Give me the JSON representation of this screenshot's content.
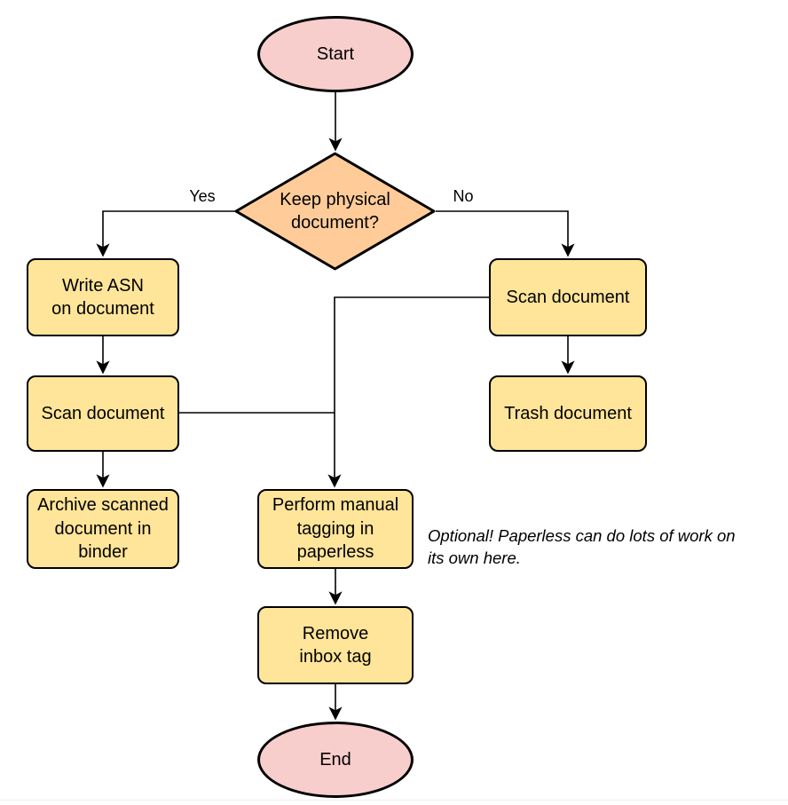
{
  "diagram": {
    "type": "flowchart",
    "nodes": {
      "start": {
        "label": "Start",
        "shape": "ellipse"
      },
      "decision": {
        "label": "Keep physical\ndocument?",
        "shape": "diamond"
      },
      "write_asn": {
        "label": "Write ASN\non document",
        "shape": "process"
      },
      "scan_left": {
        "label": "Scan document",
        "shape": "process"
      },
      "archive": {
        "label": "Archive scanned\ndocument in\nbinder",
        "shape": "process"
      },
      "scan_right": {
        "label": "Scan document",
        "shape": "process"
      },
      "trash": {
        "label": "Trash document",
        "shape": "process"
      },
      "tagging": {
        "label": "Perform manual\ntagging in\npaperless",
        "shape": "process"
      },
      "remove_inbox": {
        "label": "Remove\ninbox tag",
        "shape": "process"
      },
      "end": {
        "label": "End",
        "shape": "ellipse"
      }
    },
    "edge_labels": {
      "yes": "Yes",
      "no": "No"
    },
    "edges": [
      "start -> decision",
      "decision -Yes-> write_asn",
      "decision -No-> scan_right",
      "write_asn -> scan_left",
      "scan_left -> archive",
      "scan_left -> tagging",
      "scan_right -> trash",
      "scan_right -> tagging",
      "tagging -> remove_inbox",
      "remove_inbox -> end"
    ],
    "annotation": "Optional! Paperless can do lots of work on\nits own here.",
    "colors": {
      "terminal_fill": "#F8CECC",
      "decision_fill": "#FFCC99",
      "process_fill": "#FFE599",
      "stroke": "#000000",
      "background": "#FFFFFF"
    }
  }
}
